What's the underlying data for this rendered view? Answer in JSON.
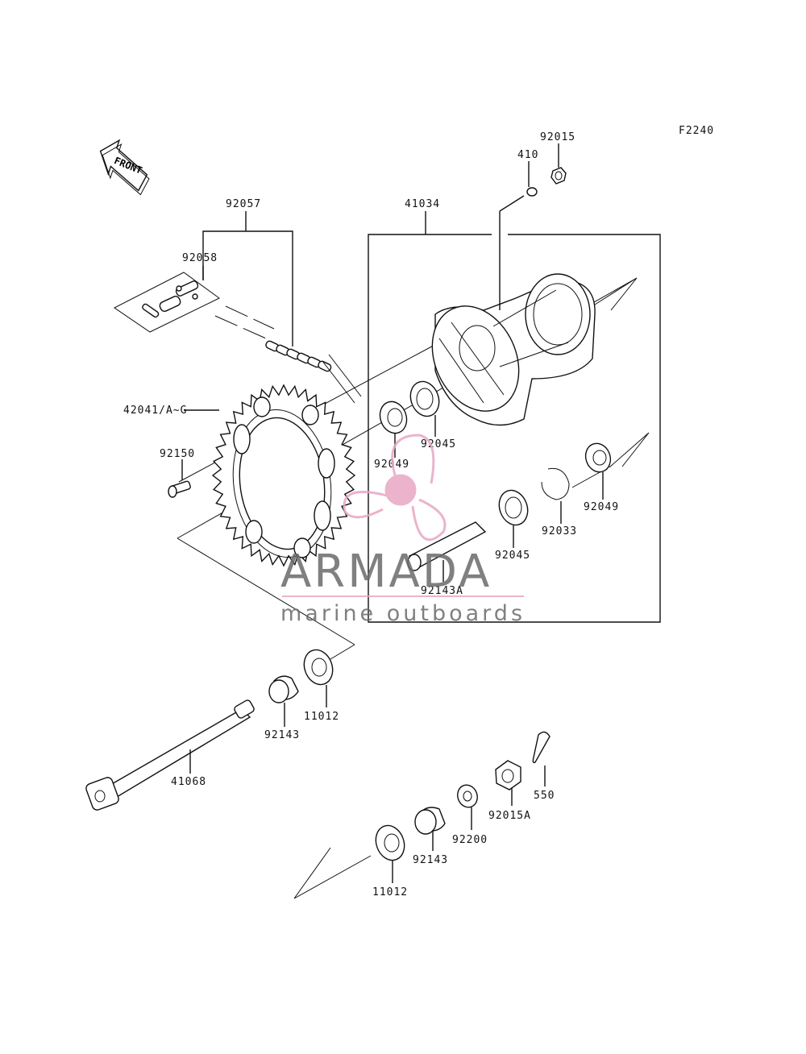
{
  "figure_code": "F2240",
  "front_arrow_label": "FRONT",
  "watermark": {
    "brand": "ARMADA",
    "tagline": "marine outboards",
    "accent_color": "#e8a6c4",
    "text_color": "#6b6b6b"
  },
  "labels": {
    "p92015": "92015",
    "p410": "410",
    "p41034": "41034",
    "p92057": "92057",
    "p92058": "92058",
    "p42041": "42041/A~G",
    "p92150": "92150",
    "p92045a": "92045",
    "p92049a": "92049",
    "p92049b": "92049",
    "p92033": "92033",
    "p92045b": "92045",
    "p92143A": "92143A",
    "p11012a": "11012",
    "p92143a": "92143",
    "p41068": "41068",
    "p550": "550",
    "p92015A": "92015A",
    "p92200": "92200",
    "p92143b": "92143",
    "p11012b": "11012"
  }
}
